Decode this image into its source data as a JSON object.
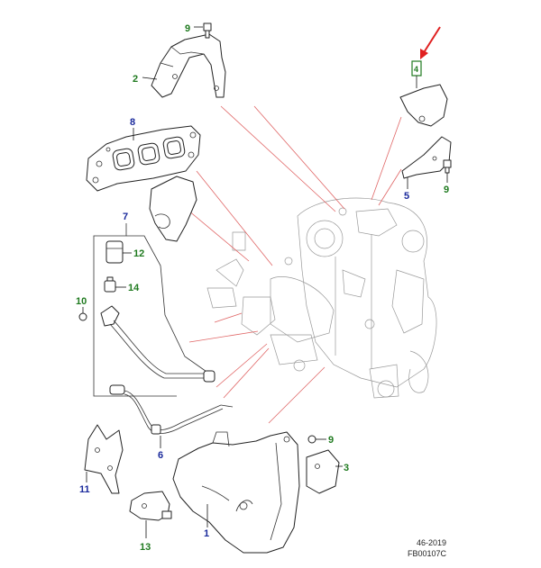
{
  "callouts": [
    {
      "id": "1",
      "label": "1",
      "color": "blue"
    },
    {
      "id": "2",
      "label": "2",
      "color": "green"
    },
    {
      "id": "3",
      "label": "3",
      "color": "green"
    },
    {
      "id": "4",
      "label": "4",
      "color": "green"
    },
    {
      "id": "5",
      "label": "5",
      "color": "blue"
    },
    {
      "id": "6",
      "label": "6",
      "color": "blue"
    },
    {
      "id": "7",
      "label": "7",
      "color": "blue"
    },
    {
      "id": "8",
      "label": "8",
      "color": "blue"
    },
    {
      "id": "9a",
      "label": "9",
      "color": "green"
    },
    {
      "id": "9b",
      "label": "9",
      "color": "green"
    },
    {
      "id": "9c",
      "label": "9",
      "color": "green"
    },
    {
      "id": "10",
      "label": "10",
      "color": "green"
    },
    {
      "id": "11",
      "label": "11",
      "color": "blue"
    },
    {
      "id": "12",
      "label": "12",
      "color": "green"
    },
    {
      "id": "13",
      "label": "13",
      "color": "green"
    },
    {
      "id": "14",
      "label": "14",
      "color": "green"
    }
  ],
  "footer": {
    "date": "46-2019",
    "code": "FB00107C"
  },
  "colors": {
    "assembly_label": "#1a2a9c",
    "component_label": "#1f7a1f",
    "highlight_arrow": "#e02020",
    "engine_leader": "#e06666"
  }
}
